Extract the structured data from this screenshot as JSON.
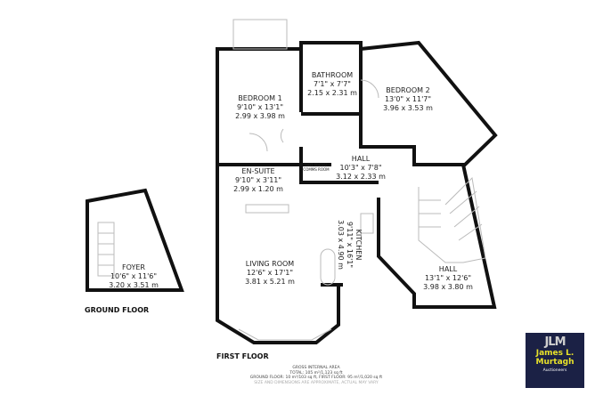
{
  "rooms": {
    "foyer": {
      "name": "FOYER",
      "imperial": "10'6\" x 11'6\"",
      "metric": "3.20 x 3.51 m"
    },
    "bedroom1": {
      "name": "BEDROOM 1",
      "imperial": "9'10\" x 13'1\"",
      "metric": "2.99 x 3.98 m"
    },
    "bathroom": {
      "name": "BATHROOM",
      "imperial": "7'1\" x 7'7\"",
      "metric": "2.15 x 2.31 m"
    },
    "bedroom2": {
      "name": "BEDROOM 2",
      "imperial": "13'0\" x 11'7\"",
      "metric": "3.96 x 3.53 m"
    },
    "hall_upper": {
      "name": "HALL",
      "imperial": "10'3\" x 7'8\"",
      "metric": "3.12 x 2.33 m"
    },
    "hot_press": {
      "name": "HOT PRESS/ COMMS ROOM"
    },
    "ensuite": {
      "name": "EN-SUITE",
      "imperial": "9'10\" x 3'11\"",
      "metric": "2.99 x 1.20 m"
    },
    "kitchen": {
      "name": "KITCHEN",
      "imperial": "9'11\" x 16'1\"",
      "metric": "3.03 x 4.90 m"
    },
    "living": {
      "name": "LIVING ROOM",
      "imperial": "12'6\" x 17'1\"",
      "metric": "3.81 x 5.21 m"
    },
    "hall_lower": {
      "name": "HALL",
      "imperial": "13'1\" x 12'6\"",
      "metric": "3.98 x 3.80 m"
    }
  },
  "floors": {
    "ground": "GROUND FLOOR",
    "first": "FIRST FLOOR"
  },
  "area": {
    "title": "GROSS INTERNAL AREA",
    "total": "TOTAL: 105 m²/1,123 sq ft",
    "breakdown": "GROUND FLOOR: 10 m²/103 sq ft, FIRST FLOOR: 95 m²/1,020 sq ft",
    "disclaimer": "SIZE AND DIMENSIONS ARE APPROXIMATE, ACTUAL MAY VARY"
  },
  "logo": {
    "mark": "JLM",
    "name_line1": "James L.",
    "name_line2": "Murtagh",
    "tagline": "Auctioneers",
    "bg": "#1b2145",
    "fg": "#e8e22a"
  }
}
